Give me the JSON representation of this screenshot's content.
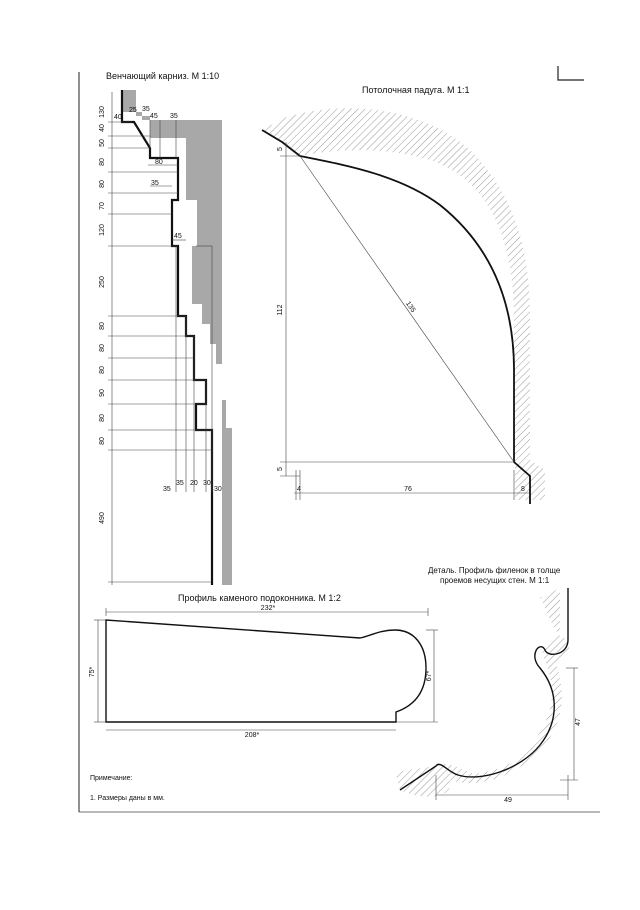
{
  "titles": {
    "cornice": "Венчающий карниз. М 1:10",
    "ceiling": "Потолочная падуга. М 1:1",
    "sill": "Профиль каменого подоконника. М 1:2",
    "panel_line1": "Деталь. Профиль филенок в толще",
    "panel_line2": "проемов несущих стен. М 1:1"
  },
  "notes": {
    "heading": "Примечание:",
    "item1": "1. Размеры даны в мм."
  },
  "cornice_dims": {
    "vertical": [
      "130",
      "40",
      "50",
      "80",
      "80",
      "70",
      "120",
      "250",
      "80",
      "80",
      "80",
      "90",
      "80",
      "80",
      "490"
    ],
    "horizontal": [
      "40",
      "25",
      "35",
      "45",
      "35",
      "80",
      "35",
      "45"
    ],
    "bottom": [
      "35",
      "35",
      "20",
      "30",
      "30"
    ]
  },
  "ceiling_dims": {
    "top_left": "5",
    "height": "112",
    "bottom_left": "5",
    "diagonal": "135",
    "base_left": "4",
    "width": "76",
    "base_right": "8"
  },
  "sill_dims": {
    "top": "232*",
    "bottom": "208*",
    "left": "75*",
    "right": "67*"
  },
  "panel_dims": {
    "height": "47",
    "width": "49"
  }
}
